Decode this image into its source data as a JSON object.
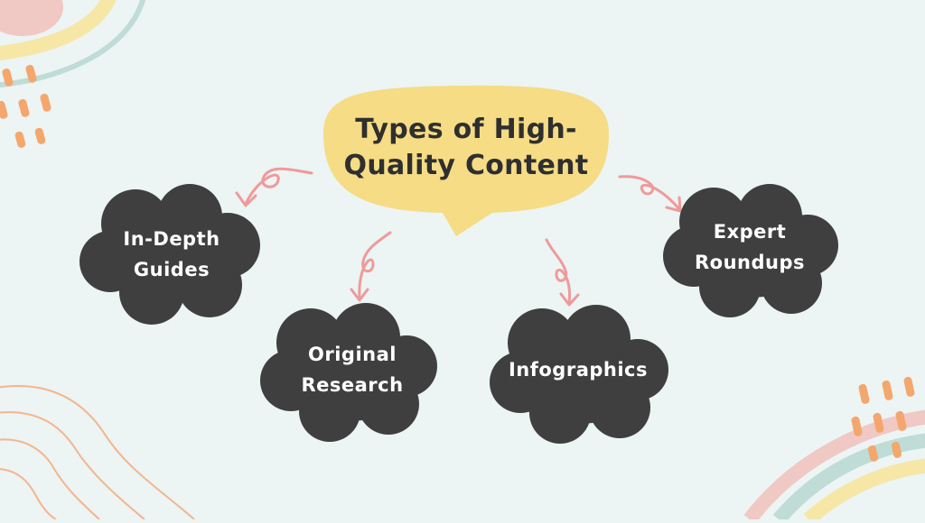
{
  "title": {
    "line1": "Types of High-",
    "line2": "Quality Content"
  },
  "nodes": {
    "guides": {
      "line1": "In-Depth",
      "line2": "Guides"
    },
    "research": {
      "line1": "Original",
      "line2": "Research"
    },
    "infographics": {
      "line1": "Infographics"
    },
    "roundups": {
      "line1": "Expert",
      "line2": "Roundups"
    }
  },
  "colors": {
    "background": "#ecf4f4",
    "bubble": "#f5dc85",
    "cloud": "#3f3f3f",
    "arrow": "#ef9a9a",
    "title_text": "#2f2f2f",
    "cloud_text": "#ffffff"
  }
}
